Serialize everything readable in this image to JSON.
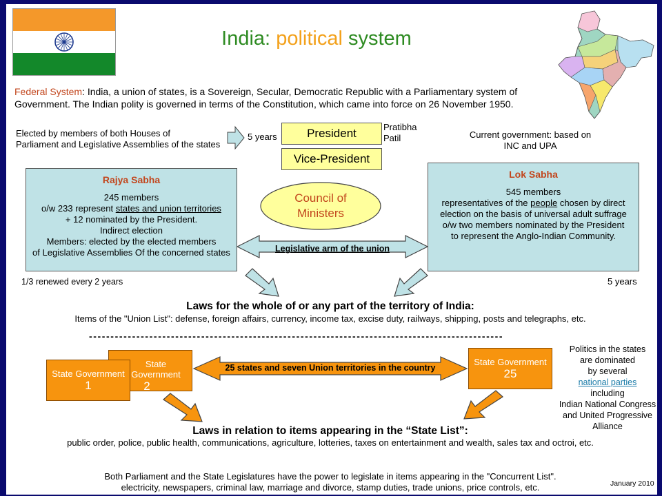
{
  "title": {
    "country": "India:",
    "highlight": "political",
    "rest": "system"
  },
  "federal": {
    "label": "Federal System",
    "text": ": India, a union of states, is a Sovereign, Secular, Democratic Republic with a Parliamentary system of Government. The Indian polity is governed in terms of the Constitution, which came into force on 26 November 1950."
  },
  "election_note": {
    "line1": "Elected by members of both Houses of",
    "line2": "Parliament and Legislative Assemblies of the states"
  },
  "term_president": "5 years",
  "president": {
    "title": "President",
    "name_line1": "Pratibha",
    "name_line2": "Patil"
  },
  "vice_president": "Vice-President",
  "government": {
    "line1": "Current government: based on",
    "line2": "INC and UPA"
  },
  "council": {
    "line1": "Council of",
    "line2": "Ministers"
  },
  "rajya_sabha": {
    "heading": "Rajya Sabha",
    "members": "245 members",
    "line2_prefix": "o/w 233 represent ",
    "line2_link": "states and union territories",
    "line3": "+ 12 nominated by the President.",
    "line4": "Indirect election",
    "line5": "Members: elected by the elected members",
    "line6": "of Legislative Assemblies Of the concerned states",
    "renewal": "1/3 renewed every 2 years"
  },
  "lok_sabha": {
    "heading": "Lok Sabha",
    "members": "545 members",
    "line2_prefix": "representatives of the ",
    "line2_link": "people",
    "line2_suffix": " chosen by direct",
    "line3": "election on the basis of universal adult suffrage",
    "line4": "o/w two members nominated by the President",
    "line5": "to represent the Anglo-Indian Community.",
    "term": "5 years"
  },
  "legislative_arrow": "Legislative arm of the union",
  "union_laws": {
    "heading": "Laws for the whole of or any part of the territory of India:",
    "items": "Items of the \"Union List\": defense, foreign affairs, currency, income tax, excise duty, railways, shipping, posts and telegraphs, etc."
  },
  "divider": "------------------------------------------------------------------------------------------------",
  "states": [
    {
      "label": "State Government",
      "number": "1"
    },
    {
      "label": "State Government",
      "number": "2"
    },
    {
      "label": "State Government",
      "number": "25"
    }
  ],
  "states_arrow": "25 states and seven Union territories in the country",
  "politics": {
    "line1": "Politics in the states",
    "line2": "are dominated",
    "line3": "by several",
    "link": "national parties",
    "line5": "including",
    "line6": "Indian National Congress",
    "line7": "and United Progressive",
    "line8": "Alliance"
  },
  "state_laws": {
    "heading": "Laws in relation to items appearing in the “State List”:",
    "items": "public order, police, public health, communications, agriculture, lotteries, taxes on entertainment and wealth, sales tax and octroi, etc."
  },
  "concurrent": {
    "line1": "Both Parliament and the State Legislatures have the power to legislate in items appearing in the \"Concurrent List\".",
    "line2": "electricity, newspapers, criminal law, marriage and divorce, stamp duties, trade unions, price controls, etc."
  },
  "date": "January 2010",
  "colors": {
    "background": "#0a0a6e",
    "saffron": "#f4982a",
    "india_green": "#13882a",
    "title_green": "#2e8b22",
    "title_orange": "#f3a11b",
    "federal_label": "#c2461d",
    "yellow_box": "#ffff9c",
    "blue_box": "#bfe2e6",
    "state_orange": "#f7940e"
  }
}
